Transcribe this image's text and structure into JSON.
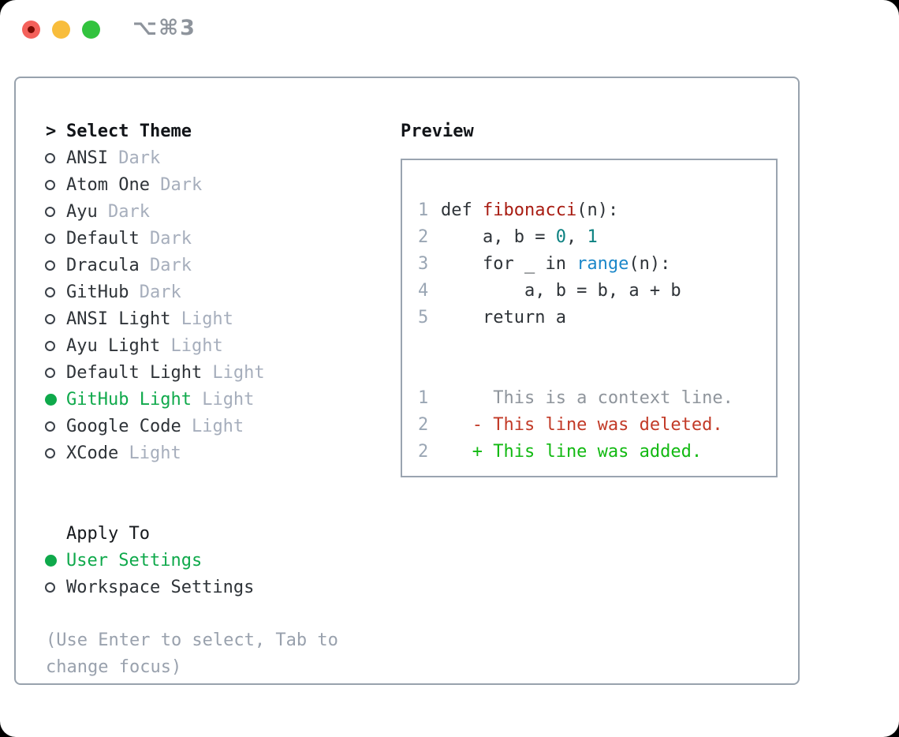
{
  "window": {
    "shortcut_label": "⌥⌘3",
    "traffic_lights": [
      "close",
      "minimize",
      "zoom"
    ]
  },
  "colors": {
    "accent_green": "#0fa94b",
    "badge_gray": "#a6aebc",
    "text_dark": "#2e3338",
    "help_gray": "#99a1ad",
    "panel_border": "#98a2ad",
    "gutter_gray": "#9aa6b4",
    "diff_context": "#8f959c",
    "diff_deleted": "#c23a27",
    "diff_added": "#12b912",
    "syntax_function_red": "#a81c12",
    "syntax_number_teal": "#0c8181",
    "syntax_builtin_blue": "#1b87c9",
    "traffic_red": "#f4615b",
    "traffic_yellow": "#f8bd3c",
    "traffic_green": "#32c33e"
  },
  "theme_picker": {
    "header": {
      "prefix": ">",
      "label": "Select Theme"
    },
    "items": [
      {
        "label": "ANSI",
        "badge": "Dark",
        "selected": false
      },
      {
        "label": "Atom One",
        "badge": "Dark",
        "selected": false
      },
      {
        "label": "Ayu",
        "badge": "Dark",
        "selected": false
      },
      {
        "label": "Default",
        "badge": "Dark",
        "selected": false
      },
      {
        "label": "Dracula",
        "badge": "Dark",
        "selected": false
      },
      {
        "label": "GitHub",
        "badge": "Dark",
        "selected": false
      },
      {
        "label": "ANSI Light",
        "badge": "Light",
        "selected": false
      },
      {
        "label": "Ayu Light",
        "badge": "Light",
        "selected": false
      },
      {
        "label": "Default Light",
        "badge": "Light",
        "selected": false
      },
      {
        "label": "GitHub Light",
        "badge": "Light",
        "selected": true
      },
      {
        "label": "Google Code",
        "badge": "Light",
        "selected": false
      },
      {
        "label": "XCode",
        "badge": "Light",
        "selected": false
      }
    ],
    "apply_to": {
      "label": "Apply To",
      "options": [
        {
          "label": "User Settings",
          "selected": true
        },
        {
          "label": "Workspace Settings",
          "selected": false
        }
      ]
    },
    "help_text": "(Use Enter to select, Tab to change focus)"
  },
  "preview": {
    "title": "Preview",
    "code_lines": [
      {
        "num": "1",
        "tokens": [
          {
            "text": "def ",
            "style": "plain"
          },
          {
            "text": "fibonacci",
            "style": "function"
          },
          {
            "text": "(n):",
            "style": "plain"
          }
        ]
      },
      {
        "num": "2",
        "tokens": [
          {
            "text": "    a, b = ",
            "style": "plain"
          },
          {
            "text": "0",
            "style": "number"
          },
          {
            "text": ", ",
            "style": "plain"
          },
          {
            "text": "1",
            "style": "number"
          }
        ]
      },
      {
        "num": "3",
        "tokens": [
          {
            "text": "    for _ in ",
            "style": "plain"
          },
          {
            "text": "range",
            "style": "builtin"
          },
          {
            "text": "(n):",
            "style": "plain"
          }
        ]
      },
      {
        "num": "4",
        "tokens": [
          {
            "text": "        a, b = b, a + b",
            "style": "plain"
          }
        ]
      },
      {
        "num": "5",
        "tokens": [
          {
            "text": "    return a",
            "style": "plain"
          }
        ]
      }
    ],
    "diff_lines": [
      {
        "num": "1",
        "text": "     This is a context line.",
        "type": "context"
      },
      {
        "num": "2",
        "text": "   - This line was deleted.",
        "type": "deleted"
      },
      {
        "num": "2",
        "text": "   + This line was added.",
        "type": "added"
      }
    ]
  }
}
